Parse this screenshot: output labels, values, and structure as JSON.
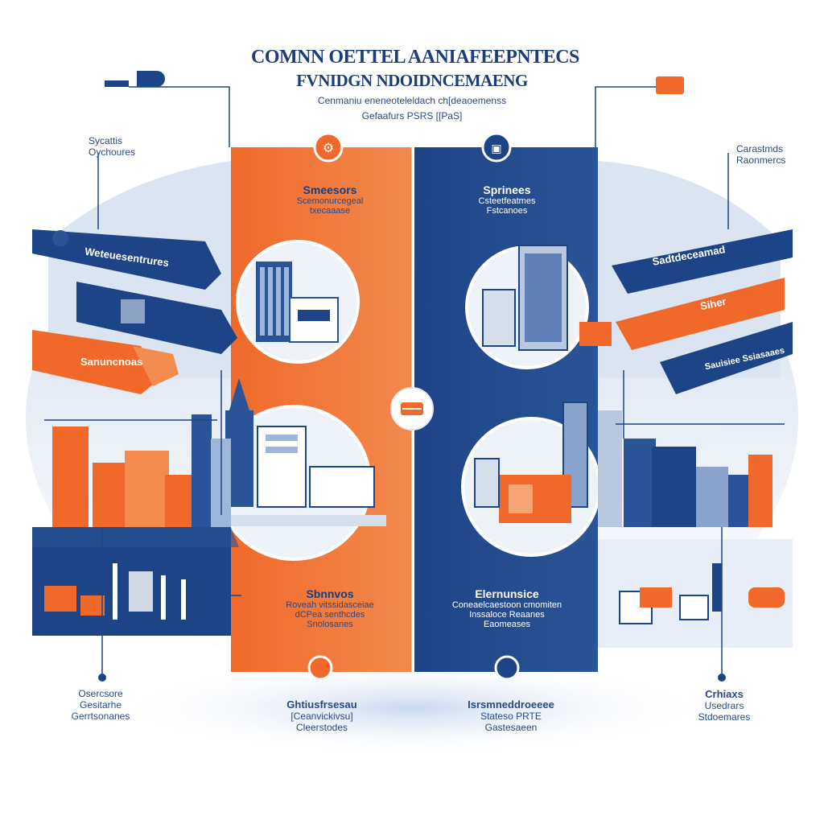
{
  "header": {
    "line1": "COMNN OETTEL AANIAFEEPNTECS",
    "line2": "FVNIDGN NDOIDNCEMAENG",
    "line3": "Cenmaniu eneneoteleldach ch[deaoemenss",
    "line4": "Gefaafurs PSRS [[PaS]"
  },
  "center_left": {
    "title": "Smeesors",
    "sub1": "Scemonurcegeal",
    "sub2": "txecaaase"
  },
  "center_right": {
    "title": "Sprinees",
    "sub1": "Csteetfeatmes",
    "sub2": "Fstcanoes"
  },
  "lower_left": {
    "title": "Sbnnvos",
    "sub1": "Roveah vitssidasceiae",
    "sub2": "dCPea senthcdes",
    "sub3": "Snolosanes"
  },
  "lower_right": {
    "title": "Elernunsice",
    "sub1": "Coneaelcaestoon cmomiten",
    "sub2": "Inssaloce Reaanes",
    "sub3": "Eaomeases"
  },
  "side_labels": {
    "top_left_1": "Sycattis",
    "top_left_2": "Oychoures",
    "top_right_1": "Carastmds",
    "top_right_2": "Raonmercs"
  },
  "banners": {
    "left_1": "Weteuesentrures",
    "left_3": "Sanuncnoas",
    "right_1": "Sadtdeceamad",
    "right_2": "Siher",
    "right_3": "Sauisiee Ssiasaaes"
  },
  "bottom": {
    "c1_1": "Osercsore",
    "c1_2": "Gesitarhe",
    "c1_3": "Gerrtsonanes",
    "c2_1": "Ghtiusfrsesau",
    "c2_2": "[Ceanvickivsu]",
    "c2_3": "Cleerstodes",
    "c3_1": "Isrsmneddroeeee",
    "c3_2": "Stateso PRTE",
    "c3_3": "Gastesaeen",
    "c4_1": "Crhiaxs",
    "c4_2": "Usedrars",
    "c4_3": "Stdoemares"
  },
  "colors": {
    "orange": "#f0692a",
    "navy": "#1d4486",
    "light_blue": "#dde6f2"
  }
}
